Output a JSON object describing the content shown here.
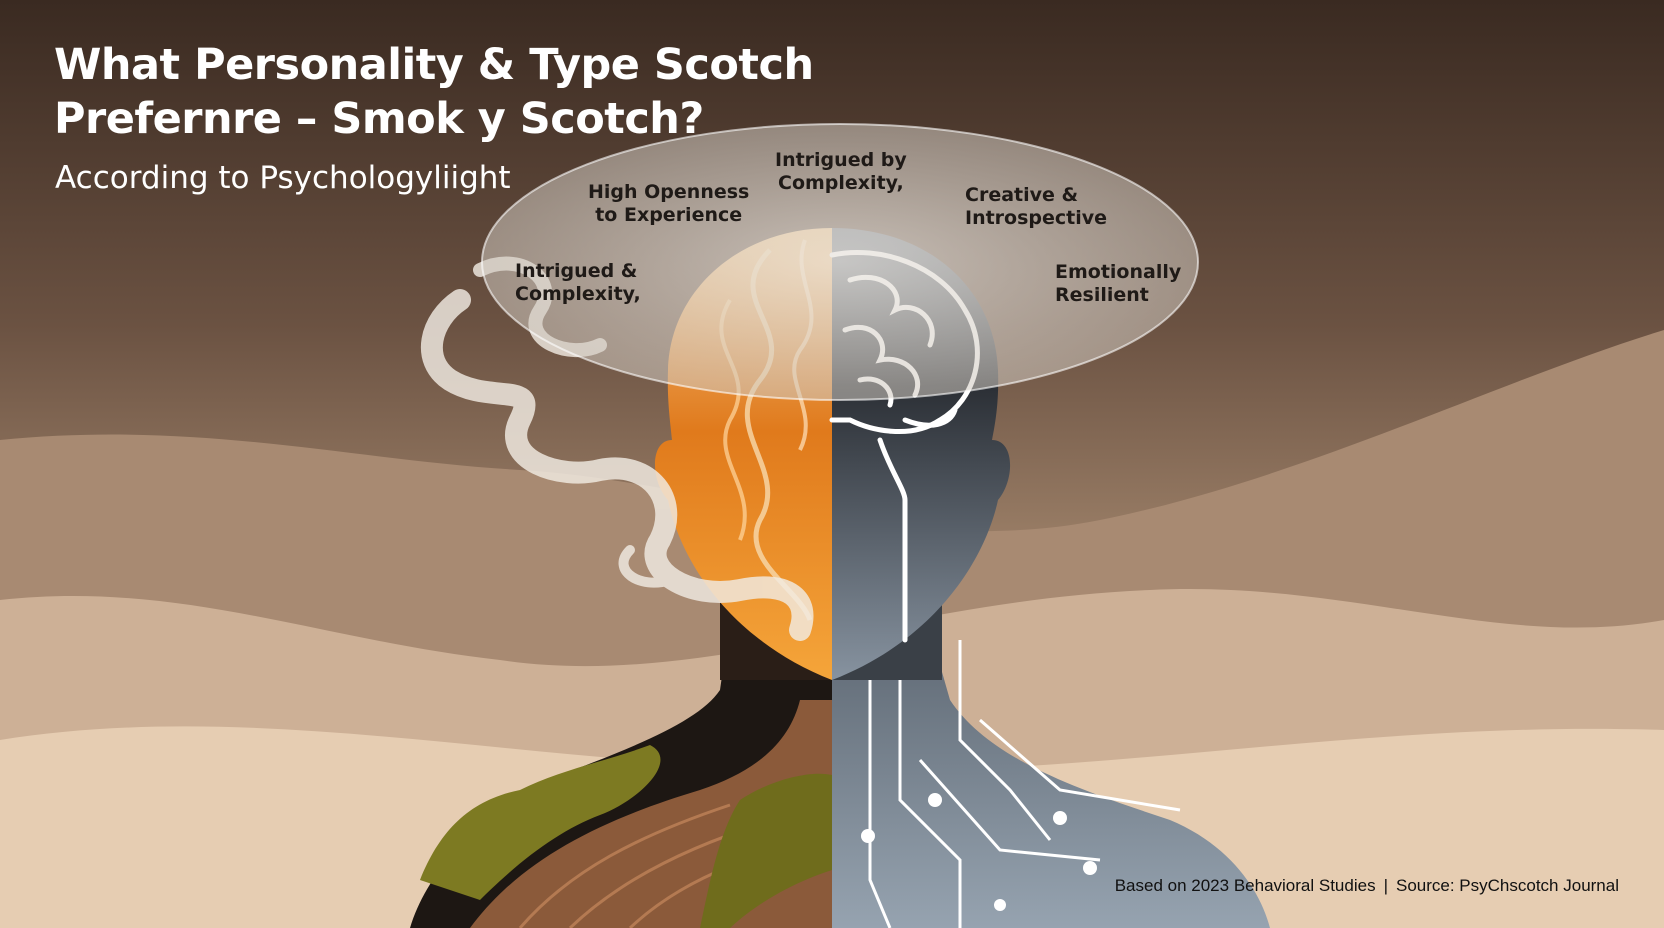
{
  "header": {
    "title_line1": "What Personality & Type Scotch",
    "title_line2": "Prefernre – Smok y Scotch?",
    "subtitle": "According to Psychologyliight"
  },
  "traits": [
    {
      "id": "intrigued-center",
      "label": "Intrigued by\nComplexity,"
    },
    {
      "id": "high-openness",
      "label": "High Openness\nto Experience"
    },
    {
      "id": "creative",
      "label": "Creative &\nIntrospective"
    },
    {
      "id": "intrigued-left",
      "label": "Intrigued &\nComplexity,"
    },
    {
      "id": "resilient",
      "label": "Emotionally\nResilient"
    }
  ],
  "footer": {
    "studies": "Based on 2023 Behavioral Studies",
    "separator": "|",
    "source": "Source: PsyChscotch Journal"
  },
  "colors": {
    "sky_top": "#3b2b22",
    "sand": "#e6cdb2",
    "warm_face": "#f08a22",
    "cool_face": "#2e3237",
    "circuit_body": "#7a8794",
    "moss": "#7d7a22"
  }
}
